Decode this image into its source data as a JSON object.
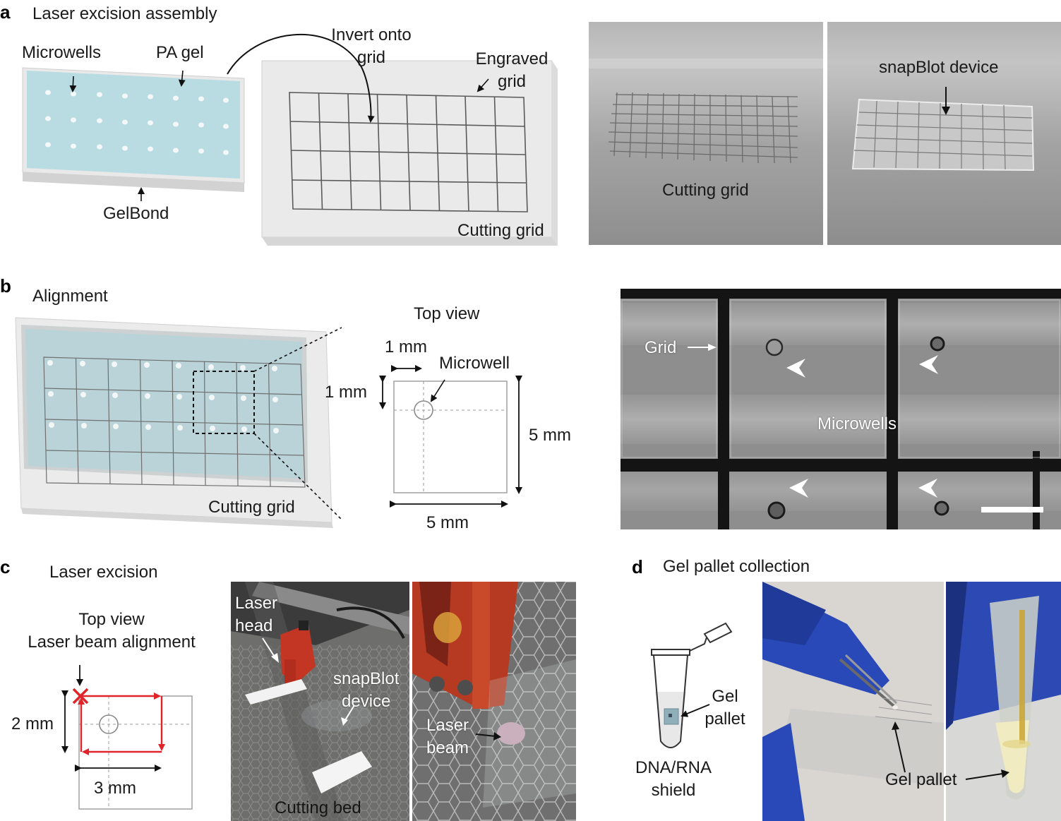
{
  "panels": {
    "a": {
      "letter": "a",
      "title": "Laser excision assembly",
      "labels": {
        "microwells": "Microwells",
        "pa_gel": "PA gel",
        "gelbond": "GelBond",
        "invert": "Invert onto\ngrid",
        "engraved": "Engraved\ngrid",
        "cutting_grid": "Cutting grid"
      },
      "photo_labels": {
        "cutting_grid": "Cutting grid",
        "snapblot": "snapBlot device"
      }
    },
    "b": {
      "letter": "b",
      "title": "Alignment",
      "labels": {
        "cutting_grid": "Cutting grid",
        "top_view": "Top view",
        "dim_1mm_h": "1 mm",
        "dim_1mm_v": "1 mm",
        "microwell": "Microwell",
        "dim_5mm_v": "5 mm",
        "dim_5mm_h": "5 mm"
      },
      "photo_labels": {
        "grid": "Grid",
        "microwells": "Microwells"
      }
    },
    "c": {
      "letter": "c",
      "title": "Laser excision",
      "labels": {
        "top_view": "Top view\nLaser beam alignment",
        "dim_2mm": "2 mm",
        "dim_3mm": "3 mm"
      },
      "photo_labels": {
        "laser_head": "Laser\nhead",
        "snapblot": "snapBlot\ndevice",
        "cutting_bed": "Cutting bed",
        "laser_beam": "Laser\nbeam"
      }
    },
    "d": {
      "letter": "d",
      "title": "Gel pallet collection",
      "labels": {
        "gel_pallet": "Gel\npallet",
        "shield": "DNA/RNA\nshield"
      },
      "photo_labels": {
        "gel_pallet": "Gel pallet"
      }
    }
  },
  "colors": {
    "gel_blue": "#b9dbe2",
    "gelbond_gray": "#e6e6e6",
    "laser_red": "#e0242a",
    "ink": "#1a1a1a"
  }
}
